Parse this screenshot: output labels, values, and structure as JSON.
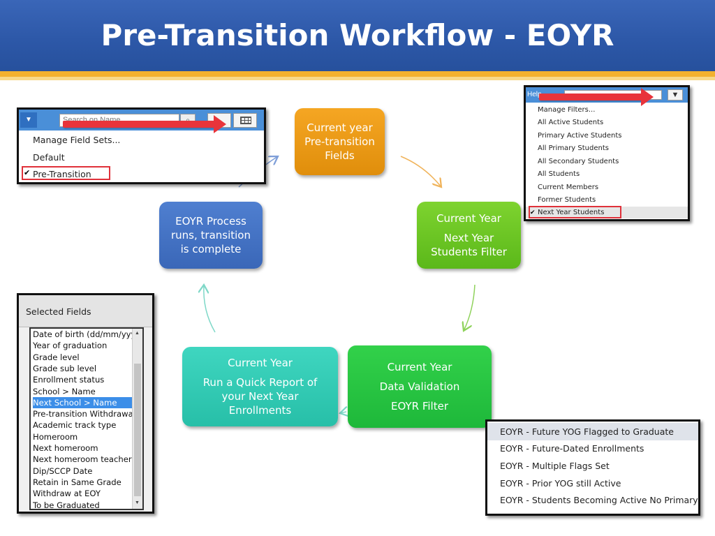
{
  "page": {
    "title": "Pre-Transition Workflow - EOYR"
  },
  "colors": {
    "header": "#2d58a8",
    "accent_gold": "#f2b12f",
    "orange": "#f5a623",
    "lime": "#7ed32f",
    "green": "#32d14a",
    "teal": "#3fd6c0",
    "blue": "#4f7fd0",
    "highlight_red": "#e0313a"
  },
  "steps": [
    {
      "lines": [
        "Current year",
        "Pre-transition",
        "Fields"
      ]
    },
    {
      "top": "Current Year",
      "lines": [
        "Next Year",
        "Students Filter"
      ]
    },
    {
      "top": "Current Year",
      "lines": [
        "Data Validation",
        "EOYR Filter"
      ]
    },
    {
      "top": "Current Year",
      "lines": [
        "Run a Quick Report of",
        "your Next Year",
        "Enrollments"
      ]
    },
    {
      "lines": [
        "EOYR Process",
        "runs, transition",
        "is complete"
      ]
    }
  ],
  "field_sets_menu": {
    "search_placeholder": "Search on Name",
    "items": [
      "Manage Field Sets...",
      "Default",
      "Pre-Transition"
    ],
    "selected": "Pre-Transition",
    "check": "✔",
    "icons": [
      "chevron-down-icon",
      "search-icon",
      "grid-icon"
    ]
  },
  "filters_menu": {
    "help_label": "Help",
    "items": [
      "Manage Filters...",
      "All Active Students",
      "Primary Active Students",
      "All Primary Students",
      "All Secondary Students",
      "All Students",
      "Current Members",
      "Former Students",
      "Next Year Students"
    ],
    "selected": "Next Year Students",
    "check": "✔",
    "filter_icon": "▼"
  },
  "selected_fields": {
    "title": "Selected Fields",
    "items": [
      "Date of birth (dd/mm/yyyy)",
      "Year of graduation",
      "Grade level",
      "Grade sub level",
      "Enrollment status",
      "School > Name",
      "Next School > Name",
      "Pre-transition Withdrawal",
      "Academic track type",
      "Homeroom",
      "Next homeroom",
      "Next homeroom teacher",
      "Dip/SCCP Date",
      "Retain in Same Grade",
      "Withdraw at EOY",
      "To be Graduated"
    ],
    "selected": "Next School > Name",
    "scroll_up": "▲",
    "scroll_down": "▼"
  },
  "eoyr_filters": {
    "items": [
      "EOYR - Future YOG Flagged to Graduate",
      "EOYR - Future-Dated Enrollments",
      "EOYR - Multiple Flags Set",
      "EOYR - Prior YOG still Active",
      "EOYR - Students Becoming Active No Primary"
    ],
    "highlighted": "EOYR - Future YOG Flagged to Graduate"
  }
}
